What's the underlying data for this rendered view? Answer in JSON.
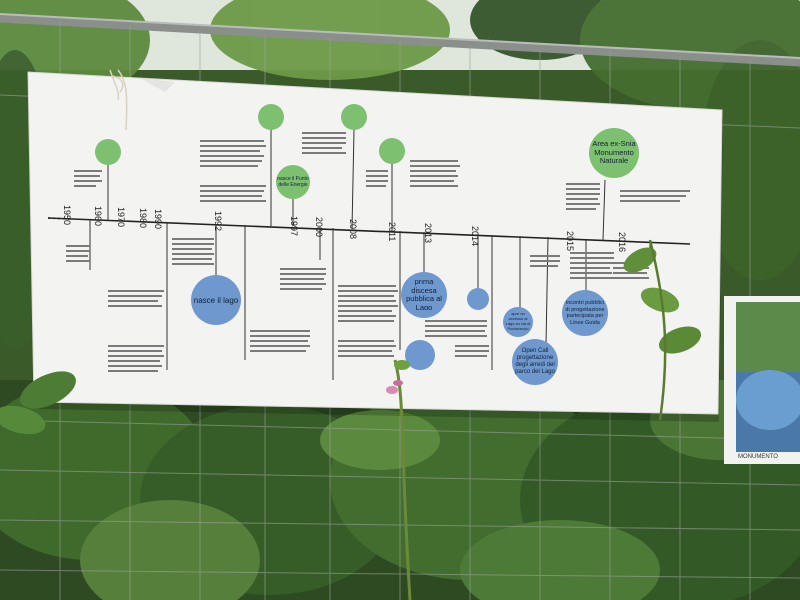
{
  "colors": {
    "green_circle": "#7cc070",
    "blue_circle": "#6f98cf",
    "board": "#f4f4f2",
    "foliage_dark": "#2c4a22",
    "foliage_mid": "#4f7a35",
    "sky": "#e9eee9"
  },
  "timeline": {
    "years": [
      "1950",
      "1960",
      "1970",
      "1980",
      "1990",
      "1992",
      "1997",
      "2000",
      "2008",
      "2011",
      "2013",
      "2014",
      "2015",
      "2016"
    ]
  },
  "circles": {
    "nasce_lago": "nasce il lago",
    "prima_discesa": "prima discesa pubblica al Lago",
    "area_monumento": "Area ex-Snia Monumento Naturale",
    "nasce_punto": "nasce il Punto delle Energie",
    "open_call": "Open Call progettazione degli arredi del parco del Lago",
    "incontri": "incontri pubblici di progettazione partecipata per Linee Guida",
    "apre_accesso": "apre un accesso al Lago su via di Portonaccio"
  },
  "sign_right": {
    "text": "MONUMENTO"
  }
}
